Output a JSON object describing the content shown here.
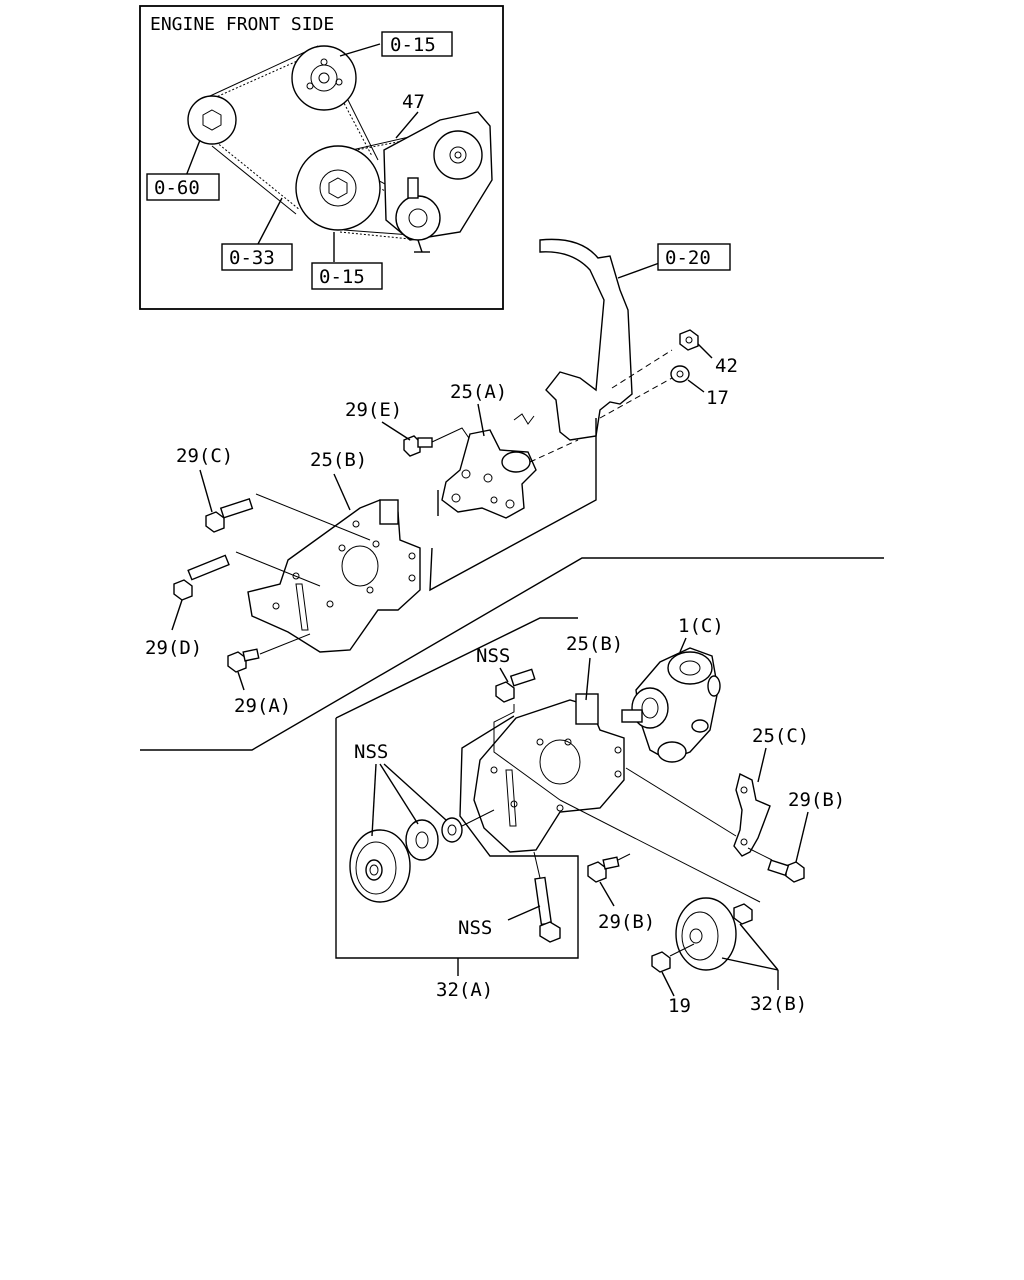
{
  "inset": {
    "title": "ENGINE FRONT SIDE",
    "refs": {
      "pulley_top": "0-15",
      "pulley_bottom": "0-15",
      "left_pulley": "0-60",
      "crank": "0-33",
      "belt": "47"
    }
  },
  "refs": {
    "bracket_engine": "0-20"
  },
  "labels": {
    "l42": "42",
    "l17": "17",
    "l29E": "29(E)",
    "l25A": "25(A)",
    "l29C": "29(C)",
    "l25B_top": "25(B)",
    "l29D": "29(D)",
    "l29A": "29(A)",
    "l25B_bottom": "25(B)",
    "l1C": "1(C)",
    "lNSS_bolt": "NSS",
    "lNSS_pulley": "NSS",
    "l25C": "25(C)",
    "l29B_right": "29(B)",
    "l29B_center": "29(B)",
    "lNSS_long": "NSS",
    "l32A": "32(A)",
    "l19": "19",
    "l32B": "32(B)"
  }
}
